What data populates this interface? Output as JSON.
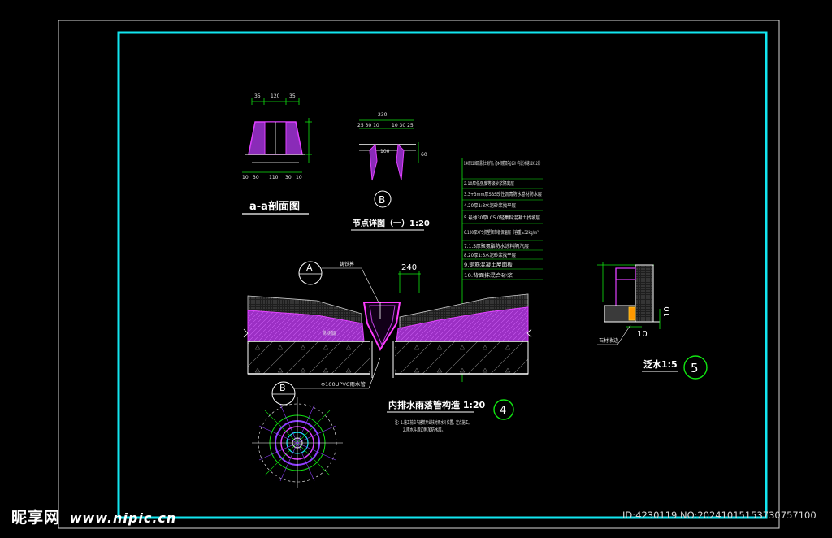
{
  "titles": {
    "section_aa": "a-a剖面图",
    "node_detail": "节点详图（一）1:20",
    "drain_detail": "内排水雨落管构造 1:20",
    "flashing_detail": "泛水1:5"
  },
  "callouts": {
    "B_top": "B",
    "A_mid": "A",
    "B_mid": "B",
    "num_4": "4",
    "num_5": "5"
  },
  "dimensions": {
    "aa_top": [
      "35",
      "120",
      "35"
    ],
    "aa_bottom": [
      "10",
      "30",
      "110",
      "30",
      "10"
    ],
    "node_top": "230",
    "node_top_left": "25 30 10",
    "node_top_right": "10 30 25",
    "node_mid": "100",
    "node_side": "60",
    "drain_top": "240",
    "flash_right": "10",
    "flash_bottom": "10"
  },
  "layers": [
    "1.40厚C20细石混凝土保护层，配Φ4钢筋双向@150（内设分格缝1.2X1.2米）",
    "2.10厚低强度等级砂浆隔离层",
    "3.3+3mm厚SBS改性沥青防水卷材防水层",
    "4.20厚1:3水泥砂浆找平层",
    "5.最薄30厚LC5.0轻集料混凝土找坡层",
    "6.100厚XPS挤塑聚苯板保温层（容重≥32kg/m³）",
    "7.1.5厚聚氨酯防水涂料隔汽层",
    "8.20厚1:3水泥砂浆找平层",
    "9.钢筋混凝土屋面板",
    "10.背面抹混合砂浆"
  ],
  "labels": {
    "a_leader": "铸铁箅",
    "mid_tag": "防水附加层",
    "pipe": "Φ100UPVC雨水管",
    "flash_label": "石材收边",
    "note_1": "注：1.施工前应与建筑专业核对雨水斗位置，定点施工。",
    "note_2": "2.雨水斗周边附加防水层。"
  },
  "watermark": {
    "logo": "昵享网",
    "url": "www.nipic.cn",
    "id": "ID:4230119 NO:20241015153730757100"
  }
}
